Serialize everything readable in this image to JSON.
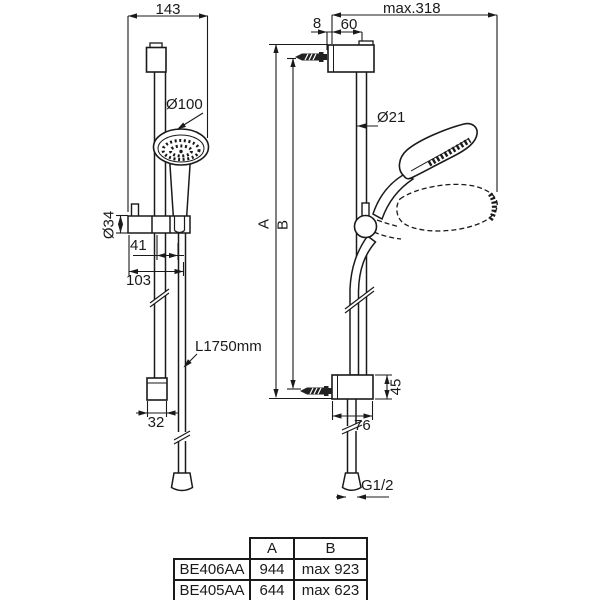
{
  "drawing": {
    "title_hint": "shower rail set dimensional drawing",
    "labels": {
      "front_width": "143",
      "head_diameter": "Ø100",
      "holder_diameter": "Ø34",
      "holder_offset": "41",
      "holder_depth": "103",
      "hose_length": "L1750mm",
      "bottom_bracket_width": "32",
      "max_reach": "max.318",
      "wall_plate_thickness": "8",
      "bracket_depth": "60",
      "rail_diameter": "Ø21",
      "dim_a": "A",
      "dim_b": "B",
      "bracket_height": "45",
      "bracket_length": "76",
      "thread": "G1/2"
    }
  },
  "spec_table": {
    "col_a": "A",
    "col_b": "B",
    "rows": [
      {
        "code": "BE406AA",
        "a": "944",
        "b": "max 923"
      },
      {
        "code": "BE405AA",
        "a": "644",
        "b": "max 623"
      }
    ]
  },
  "colors": {
    "line": "#1a1a1a",
    "background": "#ffffff"
  }
}
